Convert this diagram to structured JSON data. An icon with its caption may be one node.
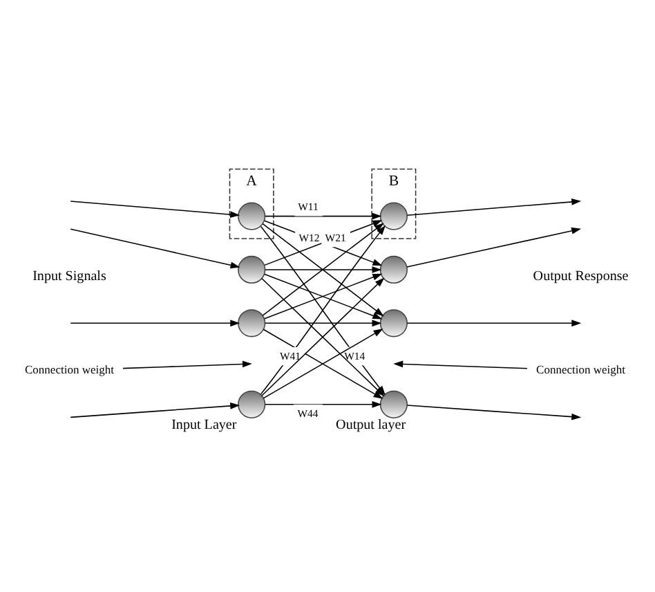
{
  "diagram": {
    "nodes": [
      {
        "text": [
          "A"
        ]
      },
      {
        "text": [],
        "shape": "circle",
        "in": 0
      },
      {
        "text": [
          "B"
        ]
      },
      {
        "text": [],
        "shape": "circle",
        "in": 2
      },
      {
        "text": [],
        "shape": "circle"
      },
      {
        "text": [],
        "shape": "circle"
      },
      {
        "text": [],
        "shape": "circle"
      },
      {
        "text": [],
        "shape": "circle"
      },
      {
        "text": [],
        "shape": "circle",
        "beside": [
          "Input Layer"
        ]
      },
      {
        "text": [],
        "shape": "circle",
        "beside": [
          "Output layer"
        ]
      },
      {
        "text": [
          "Connection weight"
        ]
      },
      {
        "text": [
          "Connection weight"
        ]
      }
    ],
    "edges": [
      {
        "from": null,
        "to": 1,
        "arrow": "to"
      },
      {
        "from": null,
        "to": 4,
        "arrow": "to"
      },
      {
        "from": null,
        "to": 6,
        "arrow": "to"
      },
      {
        "from": null,
        "to": 8,
        "arrow": "to"
      },
      {
        "from": 1,
        "to": 3,
        "arrow": "to",
        "label": "W11"
      },
      {
        "from": 1,
        "to": 5,
        "arrow": "to",
        "label": "W12"
      },
      {
        "from": 1,
        "to": 7,
        "arrow": "to"
      },
      {
        "from": 1,
        "to": 9,
        "arrow": "to",
        "label": "W14"
      },
      {
        "from": 4,
        "to": 3,
        "arrow": "to",
        "label": "W21"
      },
      {
        "from": 4,
        "to": 5,
        "arrow": "to"
      },
      {
        "from": 4,
        "to": 7,
        "arrow": "to"
      },
      {
        "from": 4,
        "to": 9,
        "arrow": "to"
      },
      {
        "from": 6,
        "to": 3,
        "arrow": "to"
      },
      {
        "from": 6,
        "to": 5,
        "arrow": "to"
      },
      {
        "from": 6,
        "to": 7,
        "arrow": "to"
      },
      {
        "from": 6,
        "to": 9,
        "arrow": "to"
      },
      {
        "from": 8,
        "to": 3,
        "arrow": "to",
        "label": "W41"
      },
      {
        "from": 8,
        "to": 5,
        "arrow": "to"
      },
      {
        "from": 8,
        "to": 7,
        "arrow": "to"
      },
      {
        "from": 8,
        "to": 9,
        "arrow": "to",
        "label": "W44"
      },
      {
        "from": 3,
        "to": null,
        "arrow": "to"
      },
      {
        "from": 5,
        "to": null,
        "arrow": "to"
      },
      {
        "from": 7,
        "to": null,
        "arrow": "to"
      },
      {
        "from": 9,
        "to": null,
        "arrow": "to"
      },
      {
        "from": 10,
        "to": null,
        "arrow": "to"
      },
      {
        "from": 11,
        "to": null,
        "arrow": "to"
      }
    ],
    "labels": [
      "Input Signals",
      "Output Response"
    ]
  }
}
